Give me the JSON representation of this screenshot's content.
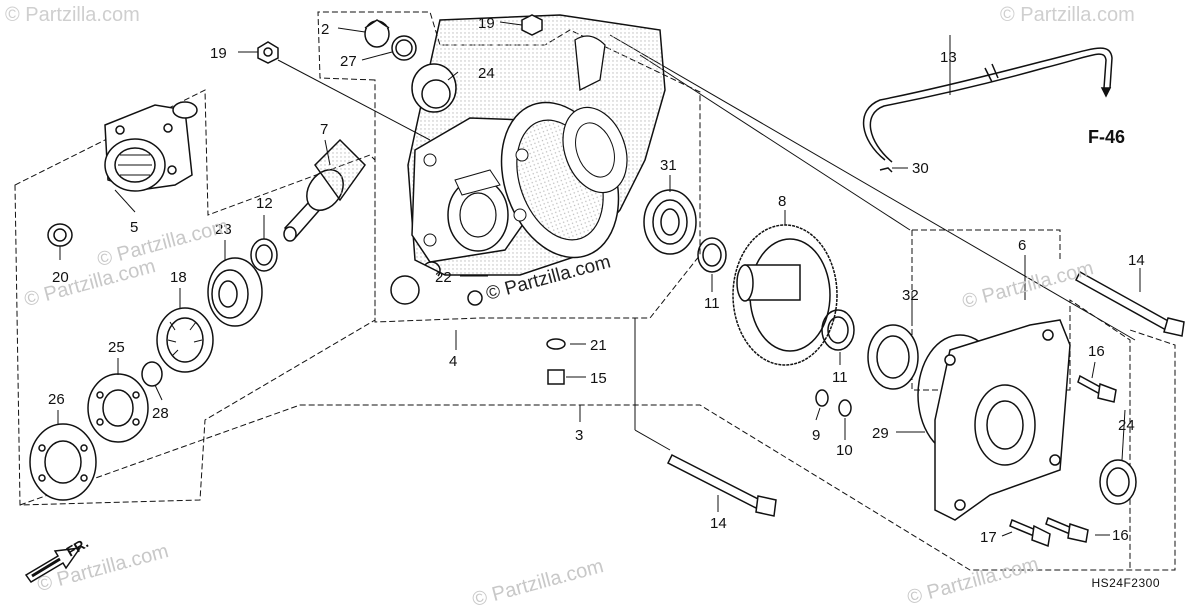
{
  "watermarks": {
    "brand": "© Partzilla.com",
    "center": "© Partzilla.com"
  },
  "diagram_code": "HS24F2300",
  "reference": "F-46",
  "direction_label": "FR.",
  "callouts": [
    "2",
    "27",
    "24",
    "19",
    "19",
    "13",
    "5",
    "20",
    "7",
    "12",
    "23",
    "18",
    "25",
    "28",
    "26",
    "31",
    "22",
    "4",
    "21",
    "15",
    "3",
    "11",
    "8",
    "30",
    "32",
    "6",
    "14",
    "14",
    "11",
    "9",
    "10",
    "29",
    "16",
    "24",
    "17",
    "16"
  ]
}
